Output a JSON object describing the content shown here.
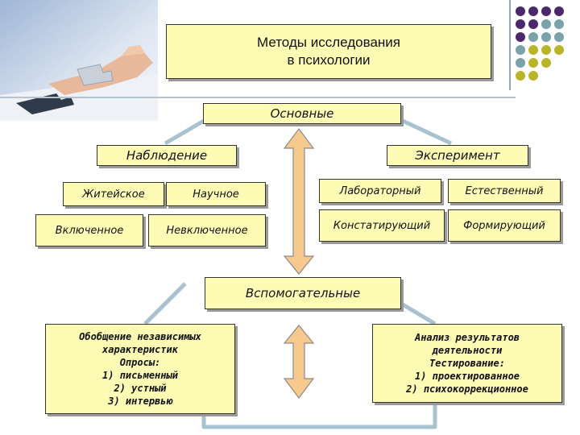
{
  "title": "Методы исследования\nв психологии",
  "main": "Основные",
  "observation": {
    "label": "Наблюдение",
    "everyday": "Житейское",
    "scientific": "Научное",
    "included": "Включенное",
    "not_included": "Невключенное"
  },
  "experiment": {
    "label": "Эксперимент",
    "laboratory": "Лабораторный",
    "natural": "Естественный",
    "ascertaining": "Констатирующий",
    "forming": "Формирующий"
  },
  "auxiliary": "Вспомогательные",
  "aux_left": "Обобщение независимых\nхарактеристик\nОпросы:\n1) письменный\n2) устный\n3) интервью",
  "aux_right": "Анализ результатов\nдеятельности\nТестирование:\n1) проектированное\n2) психокоррекционное",
  "colors": {
    "box_fill": "#fdfbb4",
    "connector": "#a9c2cf",
    "arrow_fill": "#f7c98d",
    "dot_purple": "#4a2a6b",
    "dot_teal": "#7aa0a8",
    "dot_olive": "#b8b52a"
  }
}
